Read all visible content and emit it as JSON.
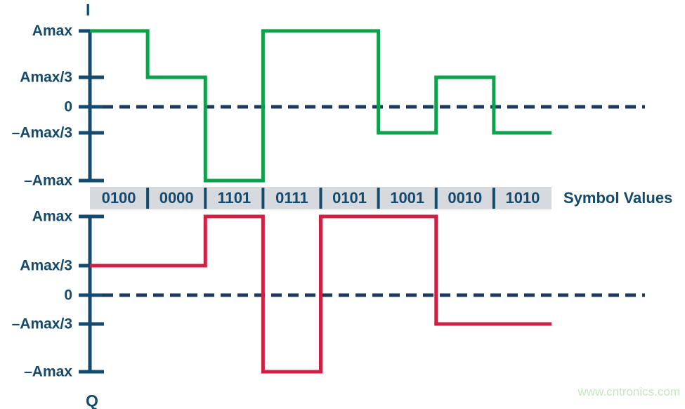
{
  "figure": {
    "background_color": "#FFFFFF",
    "axis_color": "#134A6E",
    "zero_line_color": "#1B3A5C",
    "symbol_band_color": "#D6D9DE"
  },
  "channels": {
    "i": {
      "name": "I",
      "label": "I",
      "color": "#0CA14A",
      "tick_labels": [
        "Amax",
        "Amax/3",
        "0",
        "–Amax/3",
        "–Amax"
      ],
      "values": [
        "Amax",
        "Amax/3",
        "-Amax",
        "Amax",
        "Amax",
        "-Amax/3",
        "Amax/3",
        "-Amax/3"
      ]
    },
    "q": {
      "name": "Q",
      "label": "Q",
      "color": "#CE2044",
      "tick_labels": [
        "Amax",
        "Amax/3",
        "0",
        "–Amax/3",
        "–Amax"
      ],
      "values": [
        "Amax/3",
        "Amax/3",
        "Amax",
        "-Amax",
        "Amax",
        "Amax",
        "-Amax/3",
        "-Amax/3"
      ]
    }
  },
  "symbols": {
    "caption": "Symbol Values",
    "items": [
      "0100",
      "0000",
      "1101",
      "0111",
      "0101",
      "1001",
      "0010",
      "1010"
    ]
  },
  "watermark": {
    "text": "www.cntronics.com",
    "color": "#C9E6C2"
  },
  "chart_data": {
    "type": "line",
    "title": "",
    "xlabel": "Symbol Values",
    "ylabel": "",
    "grid": false,
    "legend_position": "none",
    "y_tick_labels": [
      "Amax",
      "Amax/3",
      "0",
      "–Amax/3",
      "–Amax"
    ],
    "y_tick_values": [
      1,
      0.3333,
      0,
      -0.3333,
      -1
    ],
    "ylim": [
      -1,
      1
    ],
    "categories": [
      "0100",
      "0000",
      "1101",
      "0111",
      "0101",
      "1001",
      "0010",
      "1010"
    ],
    "series": [
      {
        "name": "I",
        "color": "#0CA14A",
        "style": "step",
        "values": [
          1,
          0.3333,
          -1,
          1,
          1,
          -0.3333,
          0.3333,
          -0.3333
        ],
        "value_labels": [
          "Amax",
          "Amax/3",
          "-Amax",
          "Amax",
          "Amax",
          "-Amax/3",
          "Amax/3",
          "-Amax/3"
        ]
      },
      {
        "name": "Q",
        "color": "#CE2044",
        "style": "step",
        "values": [
          0.3333,
          0.3333,
          1,
          -1,
          1,
          1,
          -0.3333,
          -0.3333
        ],
        "value_labels": [
          "Amax/3",
          "Amax/3",
          "Amax",
          "-Amax",
          "Amax",
          "Amax",
          "-Amax/3",
          "-Amax/3"
        ]
      }
    ],
    "annotations": [
      {
        "text": "I",
        "position": "top-left-axis"
      },
      {
        "text": "Q",
        "position": "bottom-left-axis"
      },
      {
        "text": "Symbol Values",
        "position": "right-of-symbol-band"
      },
      {
        "text": "www.cntronics.com",
        "position": "bottom-right-watermark"
      }
    ]
  }
}
